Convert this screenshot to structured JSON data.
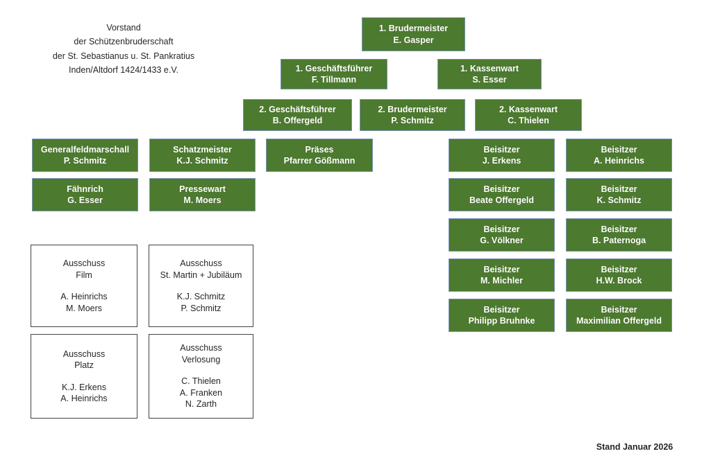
{
  "title_block": {
    "lines": [
      "Vorstand",
      "der Schützenbruderschaft",
      "der St. Sebastianus u. St. Pankratius",
      "Inden/Altdorf 1424/1433 e.V."
    ]
  },
  "footer": {
    "text": "Stand Januar 2026"
  },
  "colors": {
    "box_fill": "#4C7A2F",
    "box_border": "#7993B5",
    "committee_border": "#404040",
    "box_text": "#FFFFFF",
    "body_text": "#262626",
    "background": "#FFFFFF"
  },
  "board": {
    "chair": {
      "role": "1. Brudermeister",
      "name": "E. Gasper"
    },
    "row2": [
      {
        "role": "1. Geschäftsführer",
        "name": "F. Tillmann"
      },
      {
        "role": "1. Kassenwart",
        "name": "S. Esser"
      }
    ],
    "row3": [
      {
        "role": "2. Geschäftsführer",
        "name": "B. Offergeld"
      },
      {
        "role": "2. Brudermeister",
        "name": "P. Schmitz"
      },
      {
        "role": "2. Kassenwart",
        "name": "C. Thielen"
      }
    ],
    "officers": [
      {
        "role": "Generalfeldmarschall",
        "name": "P. Schmitz"
      },
      {
        "role": "Schatzmeister",
        "name": "K.J. Schmitz"
      },
      {
        "role": "Präses",
        "name": "Pfarrer Gößmann"
      },
      {
        "role": "Fähnrich",
        "name": "G. Esser"
      },
      {
        "role": "Pressewart",
        "name": "M. Moers"
      }
    ]
  },
  "assessors": {
    "label": "Beisitzer",
    "left_column": [
      {
        "role": "Beisitzer",
        "name": "J. Erkens"
      },
      {
        "role": "Beisitzer",
        "name": "Beate Offergeld"
      },
      {
        "role": "Beisitzer",
        "name": "G. Völkner"
      },
      {
        "role": "Beisitzer",
        "name": "M. Michler"
      },
      {
        "role": "Beisitzer",
        "name": "Philipp Bruhnke"
      }
    ],
    "right_column": [
      {
        "role": "Beisitzer",
        "name": "A. Heinrichs"
      },
      {
        "role": "Beisitzer",
        "name": "K. Schmitz"
      },
      {
        "role": "Beisitzer",
        "name": "B. Paternoga"
      },
      {
        "role": "Beisitzer",
        "name": "H.W. Brock"
      },
      {
        "role": "Beisitzer",
        "name": "Maximilian Offergeld"
      }
    ]
  },
  "committees": [
    {
      "kind": "Ausschuss",
      "topic": "Film",
      "members": [
        "A. Heinrichs",
        "M. Moers"
      ]
    },
    {
      "kind": "Ausschuss",
      "topic": "St. Martin + Jubiläum",
      "members": [
        "K.J. Schmitz",
        "P. Schmitz"
      ]
    },
    {
      "kind": "Ausschuss",
      "topic": "Platz",
      "members": [
        "K.J. Erkens",
        "A. Heinrichs"
      ]
    },
    {
      "kind": "Ausschuss",
      "topic": "Verlosung",
      "members": [
        "C. Thielen",
        "A. Franken",
        "N. Zarth"
      ]
    }
  ]
}
